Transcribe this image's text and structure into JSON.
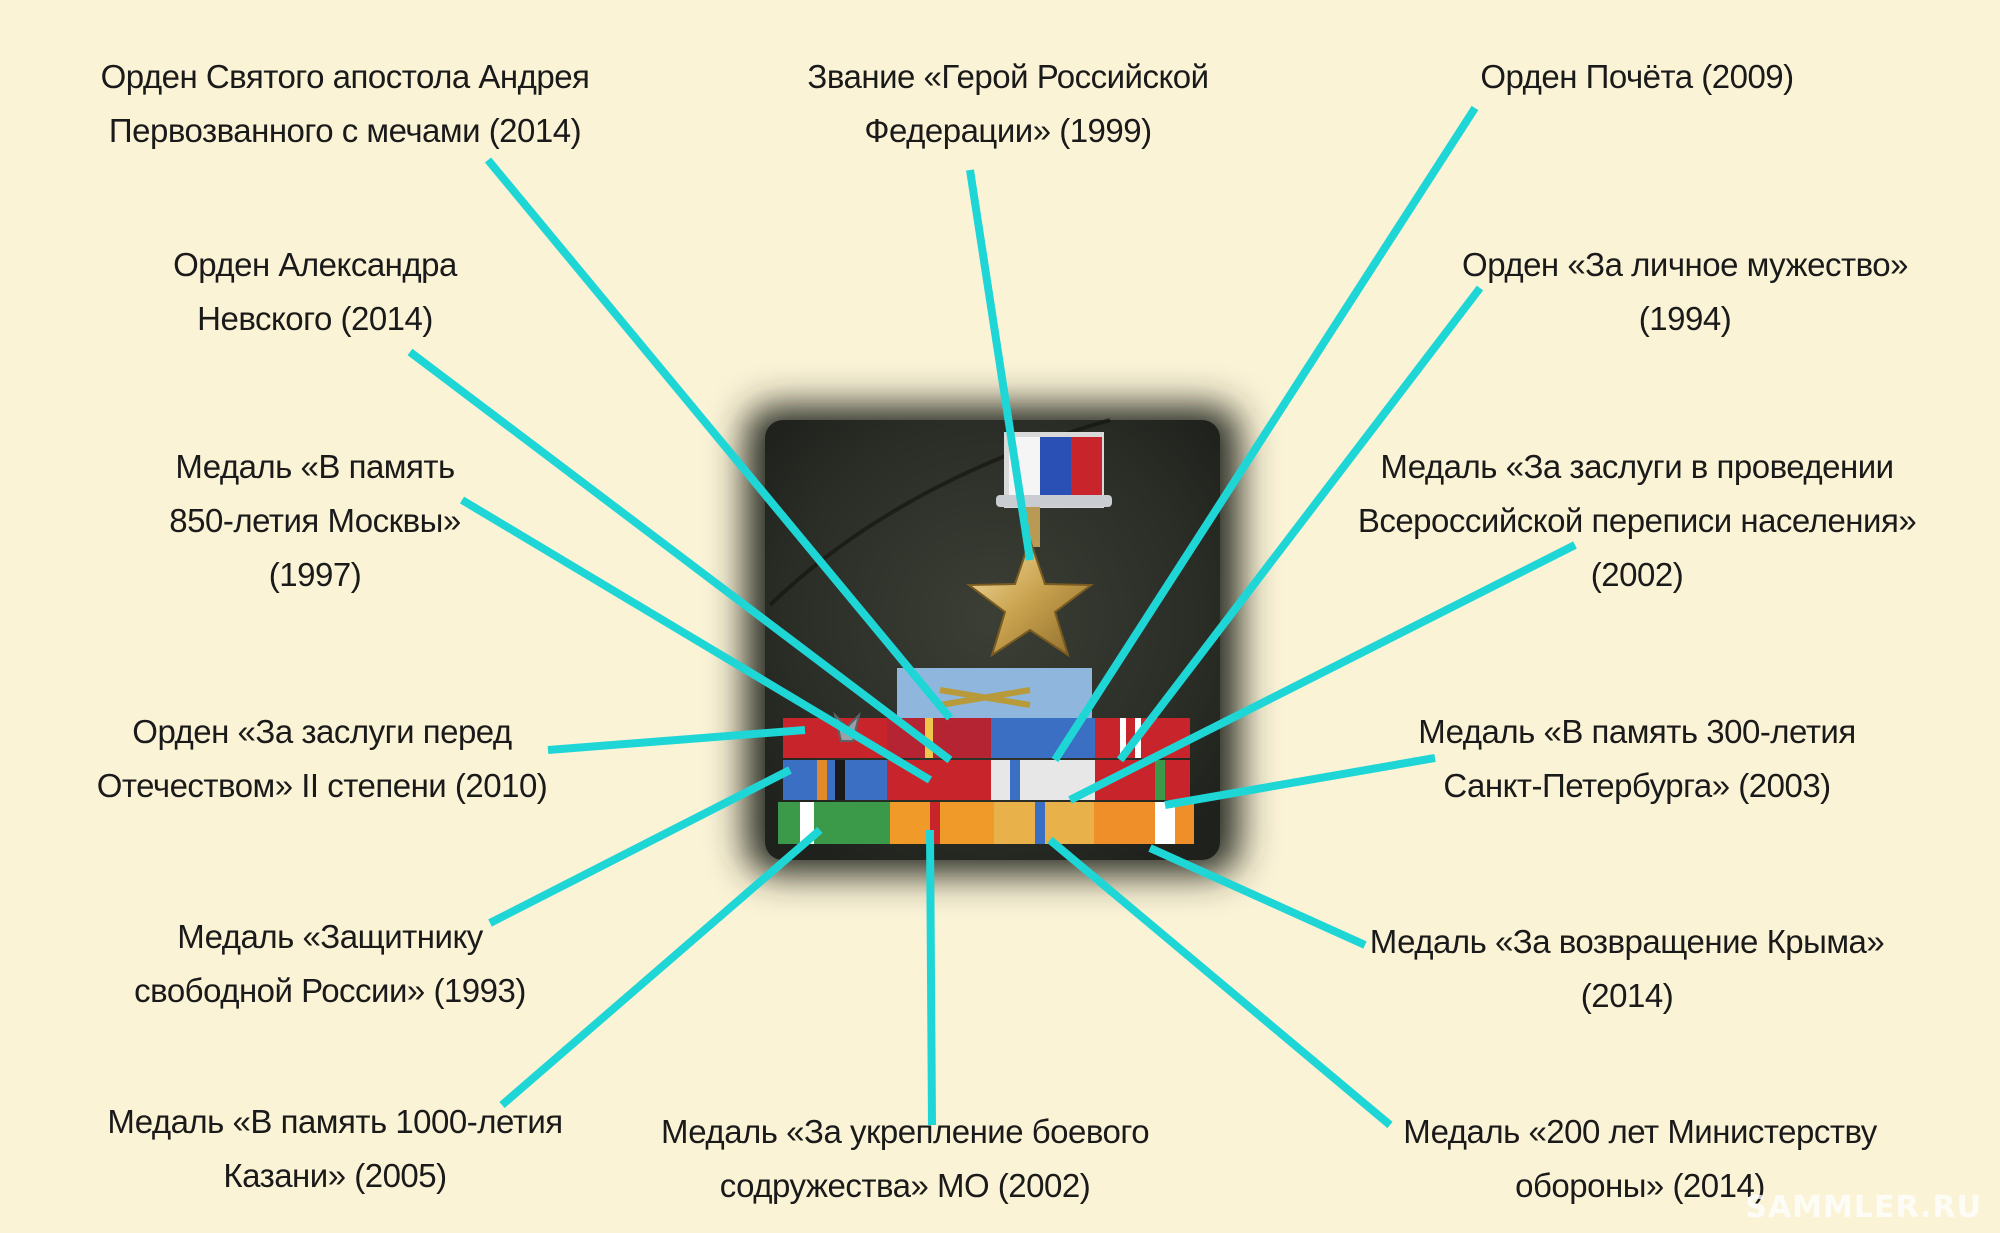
{
  "labels": [
    {
      "id": "andrew",
      "lines": [
        "Орден Святого апостола Андрея",
        "Первозванного с мечами (2014)"
      ]
    },
    {
      "id": "hero",
      "lines": [
        "Звание «Герой Российской",
        "Федерации» (1999)"
      ]
    },
    {
      "id": "honor",
      "lines": [
        "Орден Почёта (2009)"
      ]
    },
    {
      "id": "nevsky",
      "lines": [
        "Орден Александра",
        "Невского (2014)"
      ]
    },
    {
      "id": "courage",
      "lines": [
        "Орден «За личное мужество»",
        "(1994)"
      ]
    },
    {
      "id": "moscow",
      "lines": [
        "Медаль «В память",
        "850-летия Москвы»",
        "(1997)"
      ]
    },
    {
      "id": "census",
      "lines": [
        "Медаль «За заслуги в проведении",
        "Всероссийской переписи населения»",
        "(2002)"
      ]
    },
    {
      "id": "fatherland",
      "lines": [
        "Орден «За заслуги перед",
        "Отечеством» II степени (2010)"
      ]
    },
    {
      "id": "spb",
      "lines": [
        "Медаль «В память 300-летия",
        "Санкт-Петербурга» (2003)"
      ]
    },
    {
      "id": "defender",
      "lines": [
        "Медаль «Защитнику",
        "свободной России» (1993)"
      ]
    },
    {
      "id": "crimea",
      "lines": [
        "Медаль «За возвращение Крыма»",
        "(2014)"
      ]
    },
    {
      "id": "kazan",
      "lines": [
        "Медаль «В память 1000-летия",
        "Казани» (2005)"
      ]
    },
    {
      "id": "fellowship",
      "lines": [
        "Медаль «За укрепление боевого",
        "содружества» МО (2002)"
      ]
    },
    {
      "id": "ministry",
      "lines": [
        "Медаль «200 лет Министерству",
        "обороны» (2014)"
      ]
    }
  ],
  "watermark": "SAMMLER.RU",
  "colors": {
    "background": "#fbf3d6",
    "leader_line": "#1fd6d6",
    "text": "#1a1a1a"
  }
}
